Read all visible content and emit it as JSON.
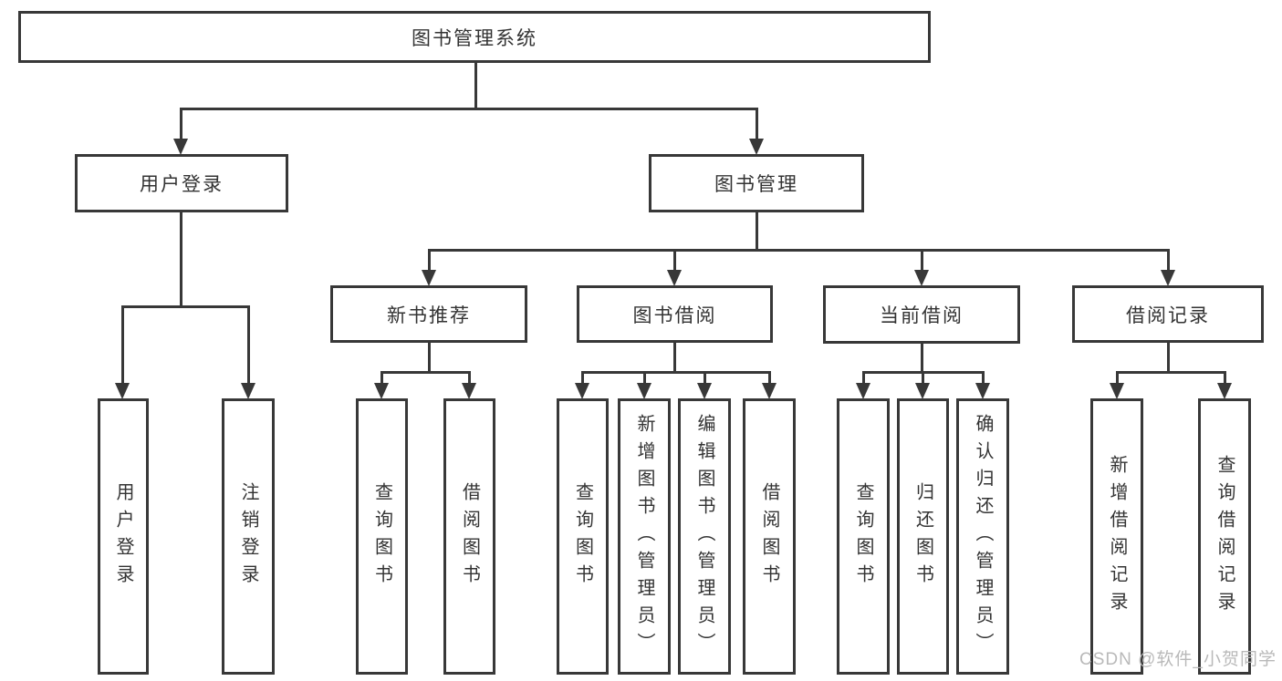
{
  "diagram": {
    "root": {
      "label": "图书管理系统"
    },
    "user_login": {
      "label": "用户登录",
      "children": [
        {
          "label": "用户登录"
        },
        {
          "label": "注销登录"
        }
      ]
    },
    "book_management": {
      "label": "图书管理",
      "sections": [
        {
          "label": "新书推荐",
          "children": [
            {
              "label": "查询图书"
            },
            {
              "label": "借阅图书"
            }
          ]
        },
        {
          "label": "图书借阅",
          "children": [
            {
              "label": "查询图书"
            },
            {
              "label": "新增图书（管理员）"
            },
            {
              "label": "编辑图书（管理员）"
            },
            {
              "label": "借阅图书"
            }
          ]
        },
        {
          "label": "当前借阅",
          "children": [
            {
              "label": "查询图书"
            },
            {
              "label": "归还图书"
            },
            {
              "label": "确认归还（管理员）"
            }
          ]
        },
        {
          "label": "借阅记录",
          "children": [
            {
              "label": "新增借阅记录"
            },
            {
              "label": "查询借阅记录"
            }
          ]
        }
      ]
    },
    "watermark": "CSDN @软件_小贺同学",
    "colors": {
      "line": "#383838",
      "text": "#333333",
      "watermark": "#b9b9b9",
      "background": "#ffffff"
    }
  }
}
